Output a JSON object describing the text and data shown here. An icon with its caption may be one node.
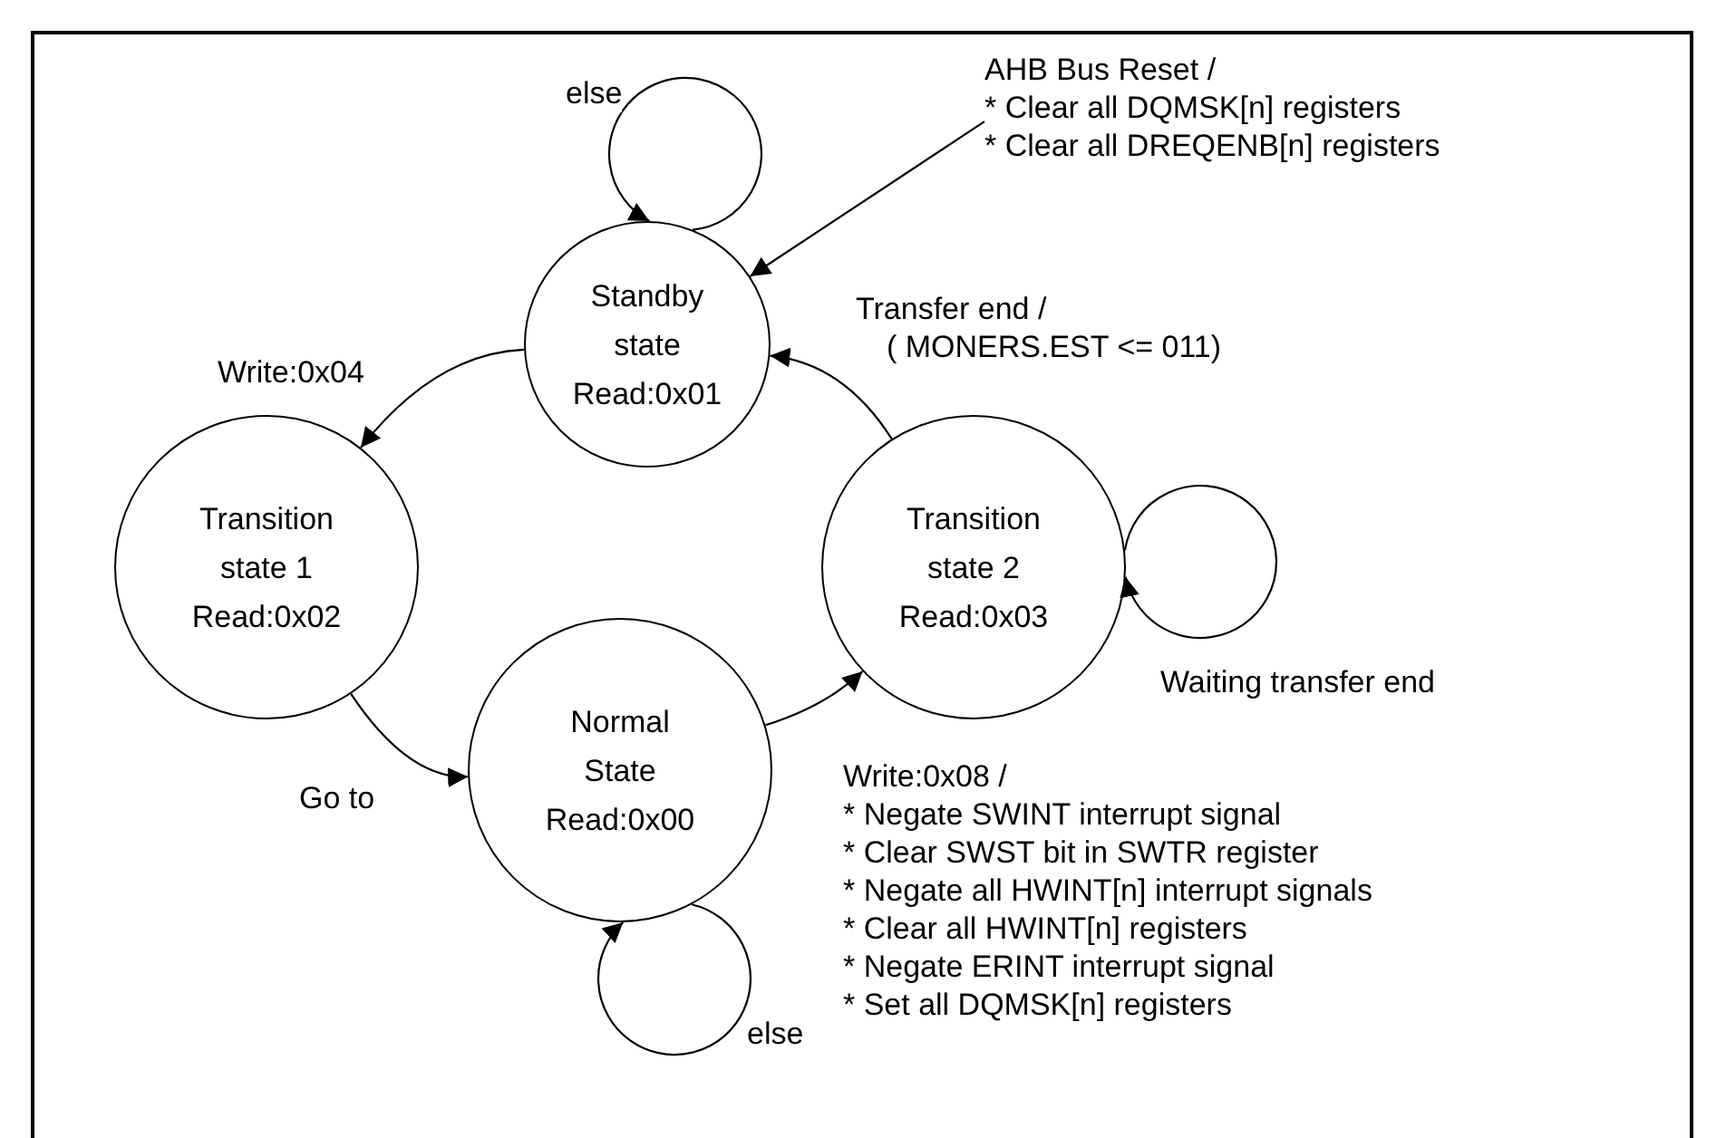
{
  "diagram": {
    "nodes": [
      {
        "text": [
          "Standby state",
          "Read:0x01"
        ]
      },
      {
        "text": [
          "Transition state 1",
          "Read:0x02"
        ]
      },
      {
        "text": [
          "Normal State",
          "Read:0x00"
        ]
      },
      {
        "text": [
          "Transition state 2",
          "Read:0x03"
        ]
      },
      {
        "text": [
          "AHB Bus Reset /",
          "* Clear all DQMSK[n] registers",
          "* Clear all DREQENB[n] registers"
        ]
      }
    ],
    "edges": [
      {
        "from": 0,
        "to": 0,
        "arrow": "to",
        "label": "else"
      },
      {
        "from": 4,
        "to": 0,
        "arrow": "to"
      },
      {
        "from": 0,
        "to": 1,
        "arrow": "to",
        "label": "Write:0x04"
      },
      {
        "from": 1,
        "to": 2,
        "arrow": "to",
        "label": "Go to"
      },
      {
        "from": 2,
        "to": 3,
        "arrow": "to",
        "label": "Write:0x08  /"
      },
      {
        "from": 3,
        "to": 0,
        "arrow": "to",
        "label": "Transfer end /"
      },
      {
        "from": 3,
        "to": 3,
        "arrow": "to",
        "label": "Waiting transfer end"
      },
      {
        "from": 2,
        "to": 2,
        "arrow": "to",
        "label": "else"
      }
    ],
    "labels": [
      "( MONERS.EST <= 011)",
      "* Negate SWINT interrupt signal",
      "* Clear SWST bit in SWTR register",
      "* Negate all HWINT[n] interrupt signals",
      "* Clear all HWINT[n] registers",
      "* Negate ERINT interrupt signal",
      "* Set all DQMSK[n] registers"
    ]
  }
}
